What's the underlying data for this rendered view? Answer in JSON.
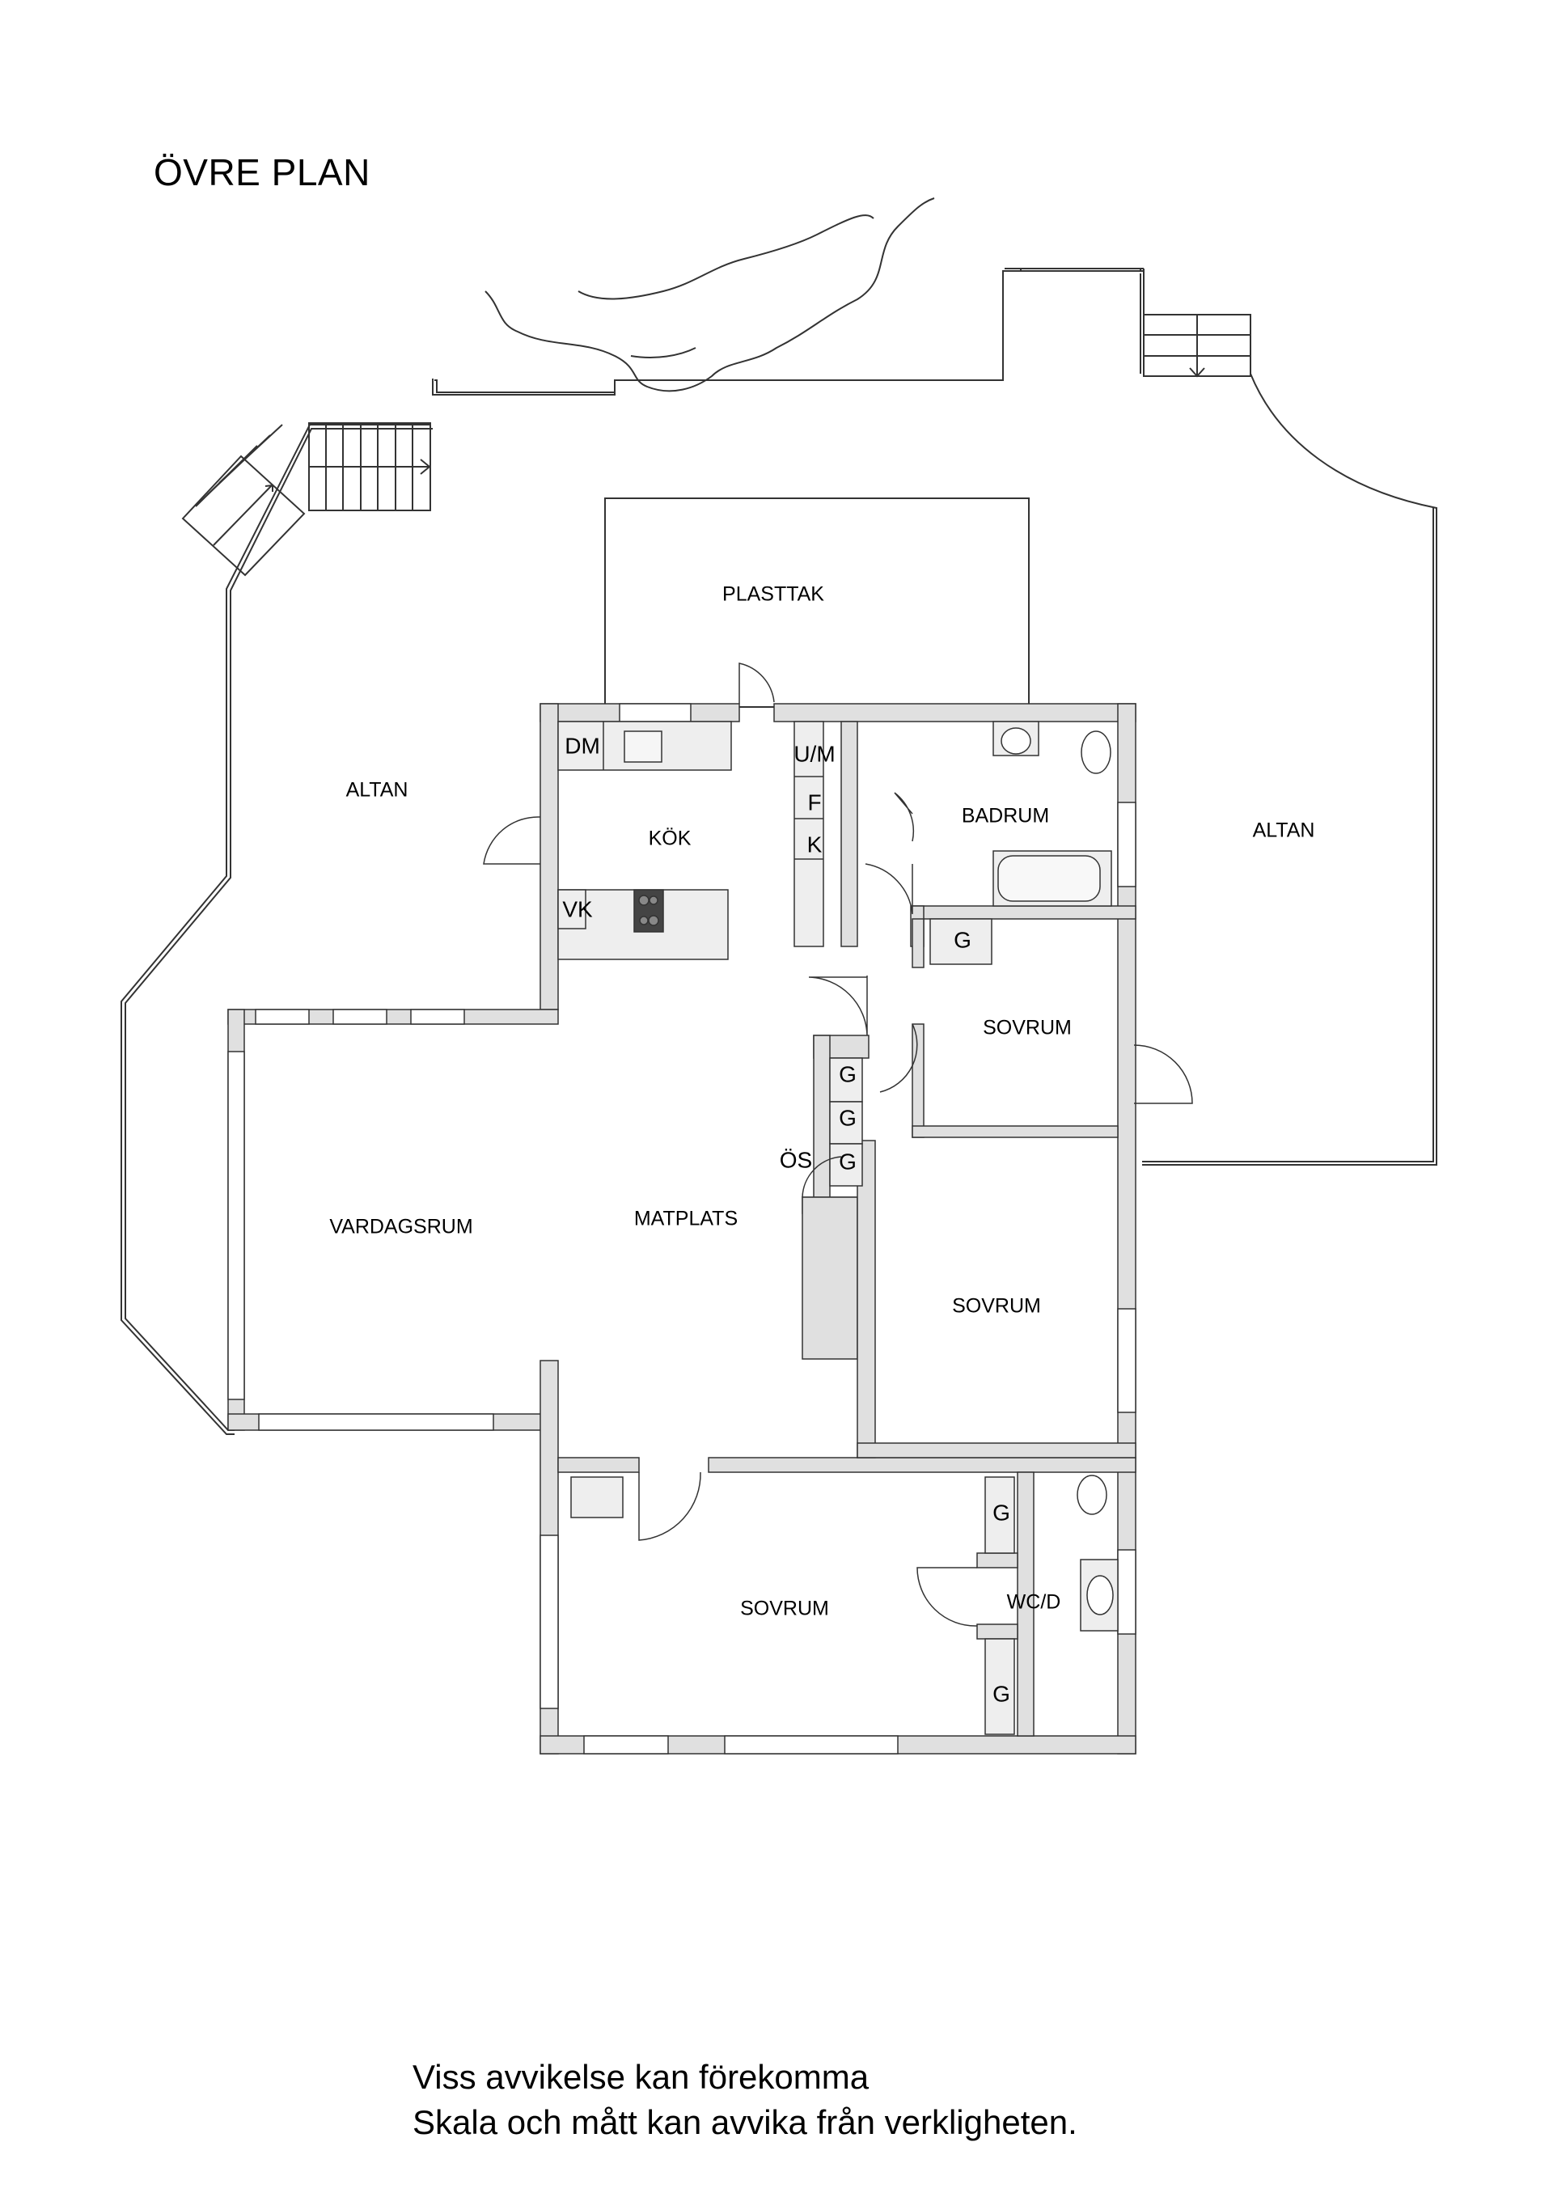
{
  "title": "ÖVRE PLAN",
  "disclaimer": {
    "line1": "Viss avvikelse kan förekomma",
    "line2": "Skala och mått kan avvika från verkligheten."
  },
  "colors": {
    "wall_fill": "#e0e0e0",
    "fixture_fill": "#eeeeee",
    "line": "#333333",
    "stove": "#444444"
  },
  "rooms": {
    "plasttak": "PLASTTAK",
    "altan_left": "ALTAN",
    "altan_right": "ALTAN",
    "kok": "KÖK",
    "badrum": "BADRUM",
    "sovrum_1": "SOVRUM",
    "sovrum_2": "SOVRUM",
    "sovrum_3": "SOVRUM",
    "vardagsrum": "VARDAGSRUM",
    "matplats": "MATPLATS",
    "wcd": "WC/D"
  },
  "fixtures": {
    "dm": "DM",
    "vk": "VK",
    "um": "U/M",
    "f": "F",
    "k": "K",
    "os": "ÖS",
    "g_badrum": "G",
    "g_hall_1": "G",
    "g_hall_2": "G",
    "g_hall_3": "G",
    "g_wc_1": "G",
    "g_wc_2": "G"
  }
}
